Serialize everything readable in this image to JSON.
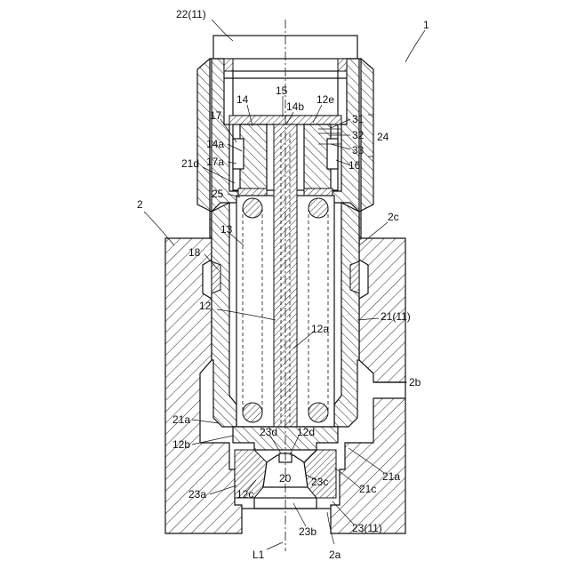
{
  "labels": {
    "n1": "1",
    "n2": "2",
    "n2a": "2a",
    "n2b": "2b",
    "n2c": "2c",
    "n12": "12",
    "n12a": "12a",
    "n12b": "12b",
    "n12c": "12c",
    "n12d": "12d",
    "n12e": "12e",
    "n13": "13",
    "n14": "14",
    "n14a": "14a",
    "n14b": "14b",
    "n15": "15",
    "n16": "16",
    "n17": "17",
    "n17a": "17a",
    "n18": "18",
    "n20": "20",
    "n21_11": "21(11)",
    "n21a_left": "21a",
    "n21a_right": "21a",
    "n21c": "21c",
    "n21d": "21d",
    "n22_11": "22(11)",
    "n23_11": "23(11)",
    "n23a": "23a",
    "n23b": "23b",
    "n23c": "23c",
    "n23d": "23d",
    "n24": "24",
    "n25": "25",
    "n31": "31",
    "n32": "32",
    "n33": "33",
    "L1": "L1"
  }
}
